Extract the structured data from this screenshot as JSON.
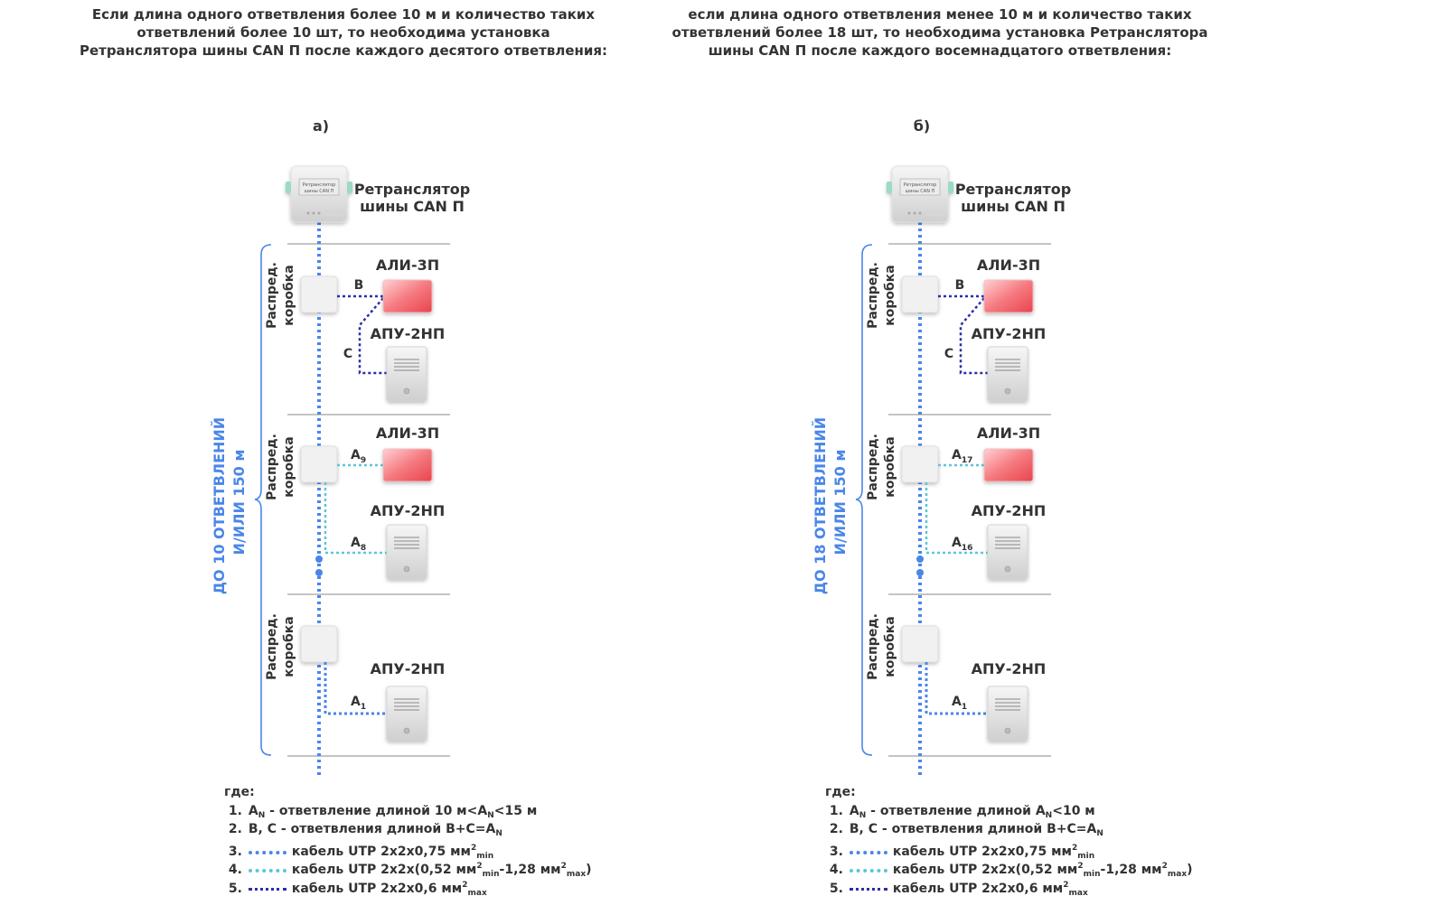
{
  "left": {
    "heading": [
      "Если длина одного ответвления более 10 м и количество таких",
      "ответвлений более 10 шт, то необходима установка",
      "Ретранслятора шины CAN П после каждого десятого ответвления:"
    ],
    "letter": "а)",
    "repeater_label_1": "Ретранслятор",
    "repeater_label_2": "шины CAN П",
    "repeater_screen_1": "Ретранслятор",
    "repeater_screen_2": "шины CAN П",
    "box_label_1": "Распред.",
    "box_label_2": "коробка",
    "ali": "АЛИ-3П",
    "apu": "АПУ-2НП",
    "label_b": "B",
    "label_c": "C",
    "label_a_upper": "A",
    "label_a_upper_sub": "9",
    "label_a_lower": "A",
    "label_a_lower_sub": "8",
    "label_a1": "A",
    "label_a1_sub": "1",
    "brace_line_1": "ДО 10 ОТВЕТВЛЕНИЙ",
    "brace_line_2": "И/ИЛИ 150 м",
    "legend": {
      "where": "где:",
      "item1_pre": "A",
      "item1_sub": "N",
      "item1_text": " - ответвление длиной 10 м<A",
      "item1_sub2": "N",
      "item1_tail": "<15 м",
      "item2_text": "B, C - ответвления длиной B+C=A",
      "item2_sub": "N",
      "item3_text": "кабель UTP 2x2x0,75 мм",
      "item3_sub": "min",
      "item4_text": "кабель UTP 2x2x(0,52 мм",
      "item4_sub1": "min",
      "item4_mid": "-1,28 мм",
      "item4_sub2": "max",
      "item4_tail": ")",
      "item5_text": "кабель UTP 2x2x0,6 мм",
      "item5_sub": "max"
    }
  },
  "right": {
    "heading": [
      "если длина одного ответвления менее 10 м и количество таких",
      "ответвлений более 18 шт, то необходима установка Ретранслятора",
      "шины CAN П после каждого восемнадцатого ответвления:"
    ],
    "letter": "б)",
    "repeater_label_1": "Ретранслятор",
    "repeater_label_2": "шины CAN П",
    "repeater_screen_1": "Ретранслятор",
    "repeater_screen_2": "шины CAN П",
    "box_label_1": "Распред.",
    "box_label_2": "коробка",
    "ali": "АЛИ-3П",
    "apu": "АПУ-2НП",
    "label_b": "B",
    "label_c": "C",
    "label_a_upper": "A",
    "label_a_upper_sub": "17",
    "label_a_lower": "A",
    "label_a_lower_sub": "16",
    "label_a1": "A",
    "label_a1_sub": "1",
    "brace_line_1": "ДО 18 ОТВЕТВЛЕНИЙ",
    "brace_line_2": "И/ИЛИ 150 м",
    "legend": {
      "where": "где:",
      "item1_pre": "A",
      "item1_sub": "N",
      "item1_text": " - ответвление длиной A",
      "item1_sub2": "N",
      "item1_tail": "<10 м",
      "item2_text": "B, C - ответвления длиной B+C=A",
      "item2_sub": "N",
      "item3_text": "кабель UTP 2x2x0,75 мм",
      "item3_sub": "min",
      "item4_text": "кабель UTP 2x2x(0,52 мм",
      "item4_sub1": "min",
      "item4_mid": "-1,28 мм",
      "item4_sub2": "max",
      "item4_tail": ")",
      "item5_text": "кабель UTP 2x2x0,6 мм",
      "item5_sub": "max"
    }
  },
  "legend_numbers": [
    "1.",
    "2.",
    "3.",
    "4.",
    "5."
  ],
  "legend_superscript": "2",
  "colors": {
    "main_bus": "#4a86e8",
    "light_cable": "#5cc6d8",
    "dark_cable": "#2b2fa8",
    "brace_text": "#4a86e8",
    "ali_red": "#f0606a"
  }
}
